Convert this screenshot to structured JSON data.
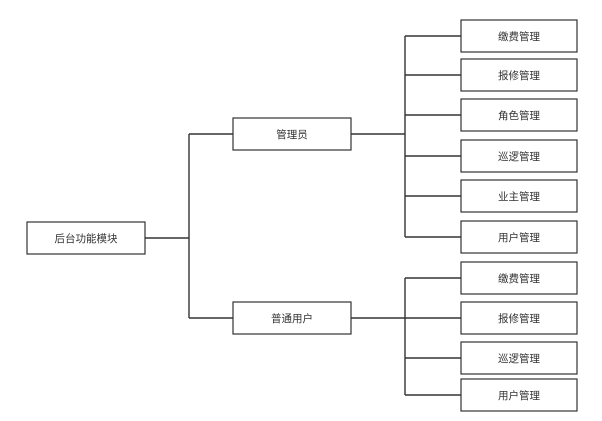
{
  "diagram": {
    "root": "后台功能模块",
    "roles": [
      {
        "label": "管理员",
        "modules": [
          "缴费管理",
          "报修管理",
          "角色管理",
          "巡逻管理",
          "业主管理",
          "用户管理"
        ]
      },
      {
        "label": "普通用户",
        "modules": [
          "缴费管理",
          "报修管理",
          "巡逻管理",
          "用户管理"
        ]
      }
    ],
    "colors": {
      "line": "#333333",
      "box_border": "#333333",
      "box_fill": "#ffffff",
      "text": "#333333"
    }
  }
}
